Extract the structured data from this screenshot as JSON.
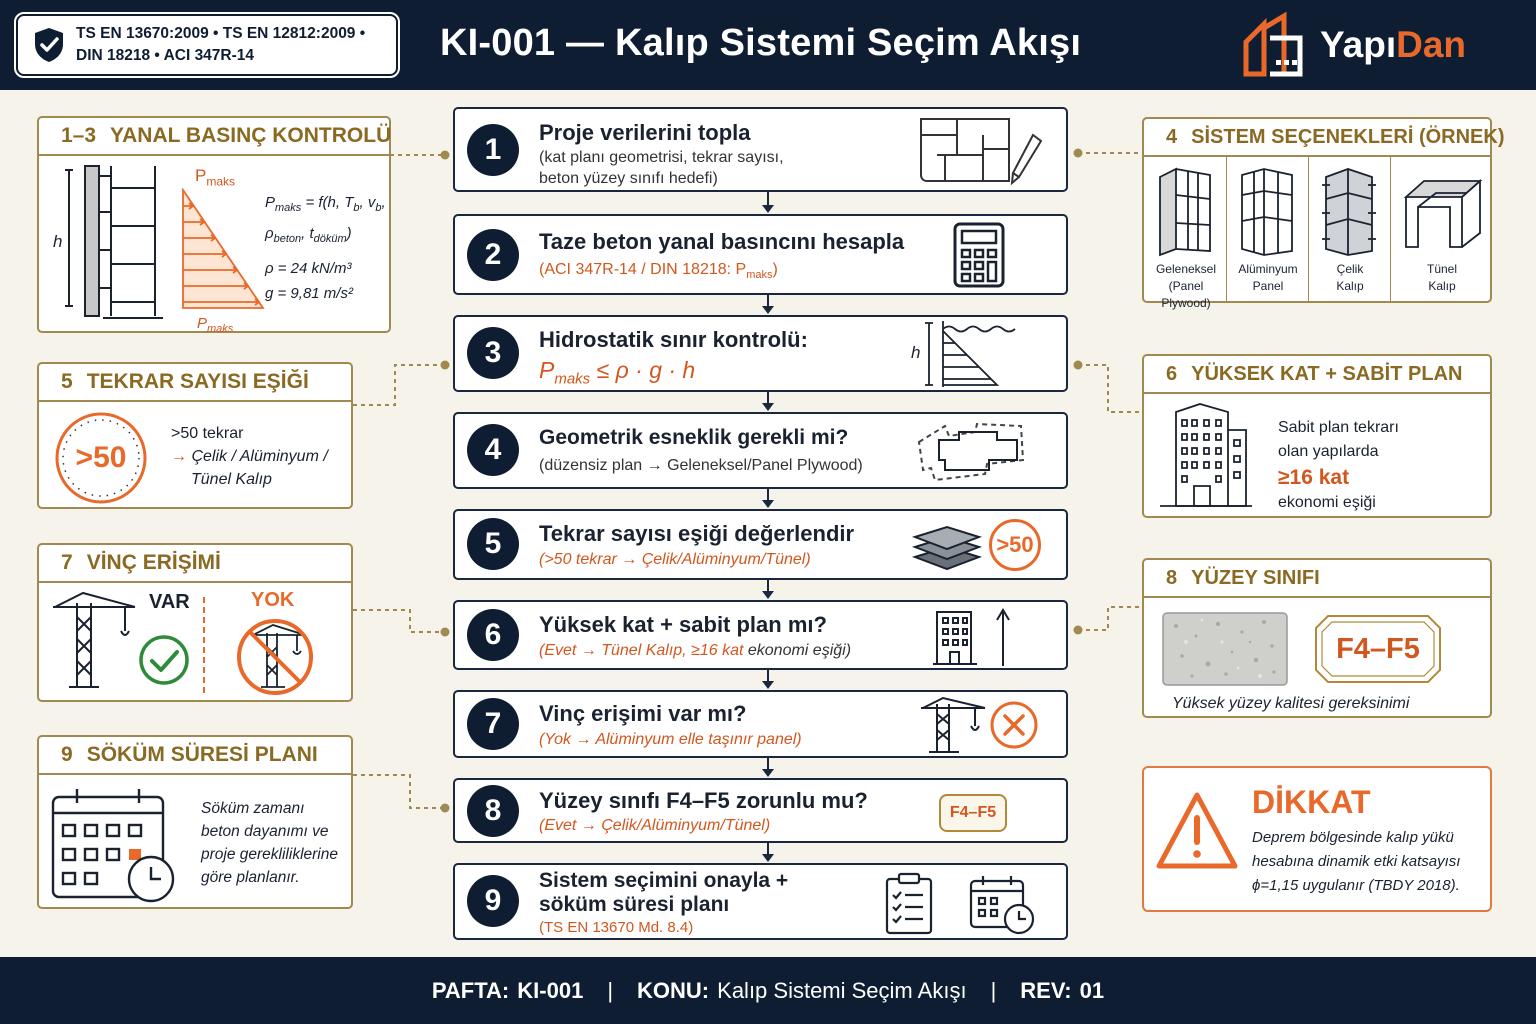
{
  "header": {
    "standards_line1": "TS EN 13670:2009 • TS EN 12812:2009 •",
    "standards_line2": "DIN 18218 • ACI 347R-14",
    "title": "KI-001 — Kalıp Sistemi Seçim Akışı",
    "brand_a": "Yapı",
    "brand_b": "Dan"
  },
  "steps": [
    {
      "num": "1",
      "title": "Proje verilerini topla",
      "sub1": "(kat planı geometrisi, tekrar sayısı,",
      "sub2": "beton yüzey sınıfı hedefi)"
    },
    {
      "num": "2",
      "title": "Taze beton yanal basıncını hesapla",
      "sub": "(ACI 347R-14 / DIN 18218: P",
      "sub_idx": "maks",
      "sub_end": ")"
    },
    {
      "num": "3",
      "title": "Hidrostatik sınır kontrolü:",
      "formula_p": "P",
      "formula_idx": "maks",
      "formula_rest": " ≤ ρ · g · h",
      "icon_label": "h"
    },
    {
      "num": "4",
      "title": "Geometrik esneklik gerekli mi?",
      "sub": "(düzensiz plan → Geleneksel/Panel Plywood)"
    },
    {
      "num": "5",
      "title": "Tekrar sayısı eşiği değerlendir",
      "sub": "(>50 tekrar → Çelik/Alüminyum/Tünel)",
      "badge": ">50"
    },
    {
      "num": "6",
      "title": "Yüksek kat + sabit plan mı?",
      "sub_a": "(Evet → Tünel Kalıp, ≥16 kat ",
      "sub_b": "ekonomi eşiği)"
    },
    {
      "num": "7",
      "title": "Vinç erişimi var mı?",
      "sub": "(Yok → Alüminyum elle taşınır panel)"
    },
    {
      "num": "8",
      "title": "Yüzey sınıfı F4–F5 zorunlu mu?",
      "sub": "(Evet → Çelik/Alüminyum/Tünel)",
      "badge": "F4–F5"
    },
    {
      "num": "9",
      "title1": "Sistem seçimini onayla +",
      "title2": "söküm süresi planı",
      "sub": "(TS EN 13670 Md. 8.4)"
    }
  ],
  "panels": {
    "lateral": {
      "num": "1–3",
      "title": "YANAL BASINÇ KONTROLÜ",
      "h": "h",
      "p_top": "P",
      "p_top_idx": "maks",
      "p_bot": "P",
      "p_bot_idx": "maks",
      "f1a": "P",
      "f1b": "maks",
      "f1c": " = f(h, T",
      "f1d": "b",
      "f1e": ", v",
      "f1f": "b",
      "f1g": ",",
      "f2a": "ρ",
      "f2b": "beton",
      "f2c": ", t",
      "f2d": "döküm",
      "f2e": ")",
      "f3": "ρ = 24 kN/m³",
      "f4": "g = 9,81 m/s²"
    },
    "repeat": {
      "num": "5",
      "title": "TEKRAR SAYISI EŞİĞİ",
      "badge": ">50",
      "line1": ">50 tekrar",
      "line2": "→ Çelik / Alüminyum /",
      "line3": "Tünel Kalıp"
    },
    "crane": {
      "num": "7",
      "title": "VİNÇ ERİŞİMİ",
      "var": "VAR",
      "yok": "YOK"
    },
    "dismantle": {
      "num": "9",
      "title": "SÖKÜM SÜRESİ PLANI",
      "line1": "Söküm zamanı",
      "line2": "beton dayanımı ve",
      "line3": "proje gerekliliklerine",
      "line4": "göre planlanır."
    },
    "systems": {
      "num": "4",
      "title": "SİSTEM SEÇENEKLERİ (ÖRNEK)",
      "items": [
        {
          "l1": "Geleneksel",
          "l2": "(Panel Plywood)"
        },
        {
          "l1": "Alüminyum",
          "l2": "Panel"
        },
        {
          "l1": "Çelik",
          "l2": "Kalıp"
        },
        {
          "l1": "Tünel",
          "l2": "Kalıp"
        }
      ]
    },
    "highrise": {
      "num": "6",
      "title": "YÜKSEK KAT + SABİT PLAN",
      "line1": "Sabit plan tekrarı",
      "line2": "olan yapılarda",
      "line3": "≥16 kat",
      "line4": "ekonomi eşiği"
    },
    "surface": {
      "num": "8",
      "title": "YÜZEY SINIFI",
      "badge": "F4–F5",
      "caption": "Yüksek yüzey kalitesi gereksinimi"
    },
    "warning": {
      "title": "DİKKAT",
      "line1": "Deprem bölgesinde kalıp yükü",
      "line2": "hesabına dinamik etki katsayısı",
      "line3": "ϕ=1,15 uygulanır (TBDY 2018)."
    }
  },
  "footer": {
    "l1": "PAFTA:",
    "v1": "KI-001",
    "l2": "KONU:",
    "v2": "Kalıp Sistemi Seçim Akışı",
    "l3": "REV:",
    "v3": "01"
  },
  "colors": {
    "navy": "#0f1d33",
    "orange": "#e8692a",
    "gold": "#a08a52",
    "green": "#2f8a3a"
  }
}
